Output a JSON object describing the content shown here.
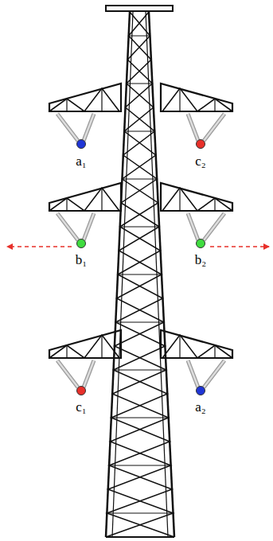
{
  "diagram": {
    "labels": [
      "a₁",
      "c₂",
      "b₁",
      "b₂",
      "c₁",
      "a₂"
    ]
  }
}
